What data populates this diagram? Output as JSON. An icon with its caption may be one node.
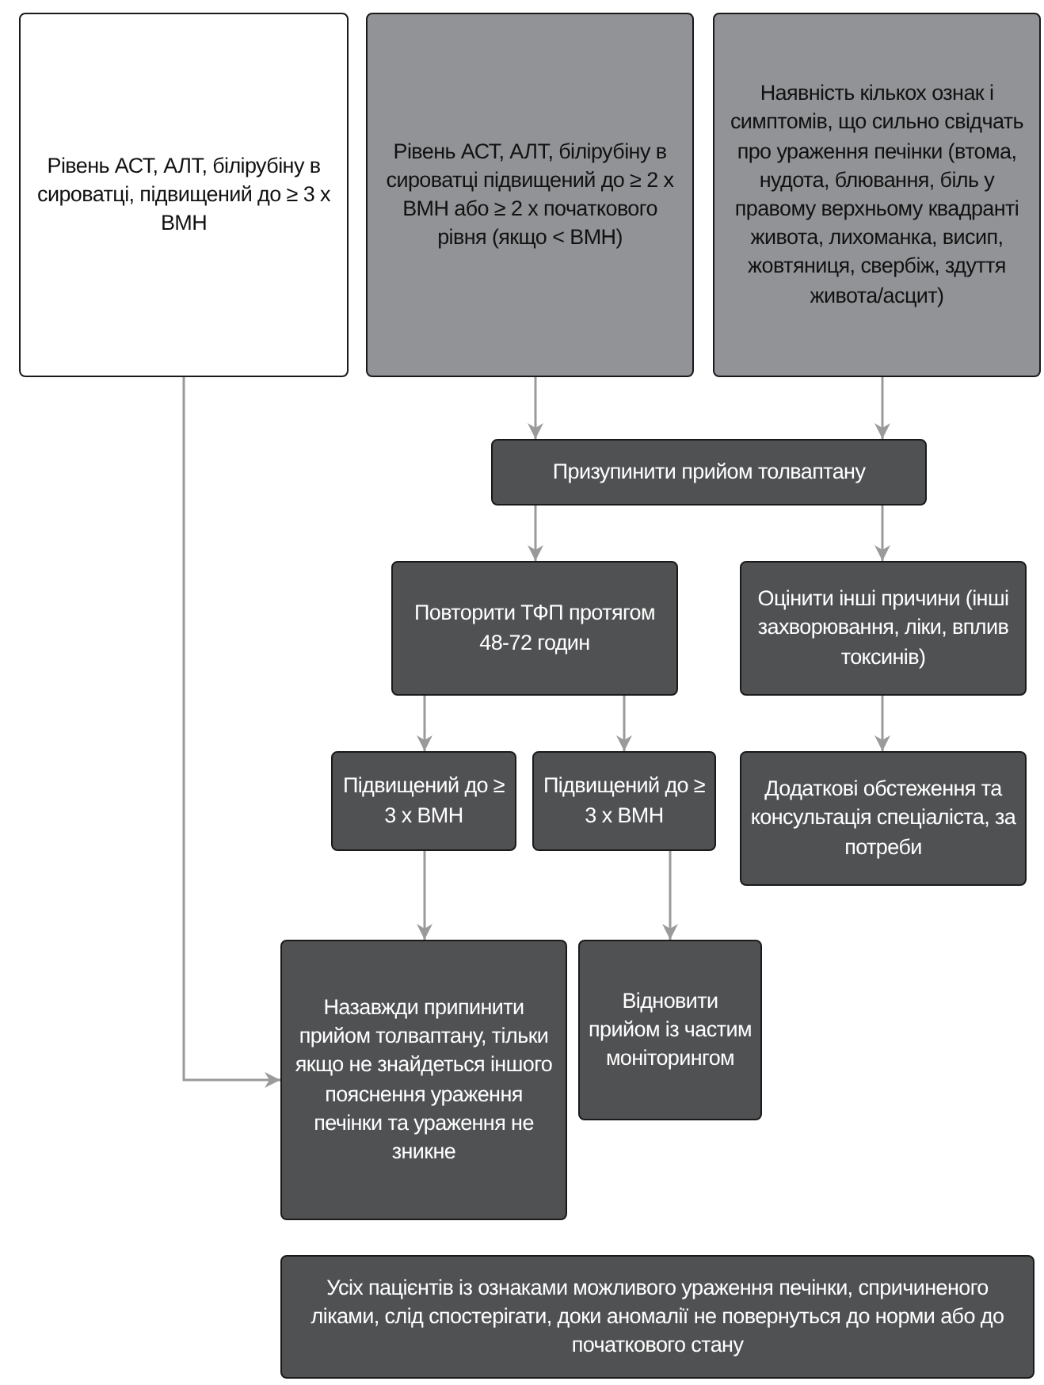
{
  "diagram": {
    "nodes": [
      {
        "text": [
          "Рівень АСТ, АЛТ, білірубіну в сироватці, підвищений до ≥ 3 х ВМН"
        ]
      },
      {
        "text": [
          "Рівень АСТ, АЛТ, білірубіну в сироватці підвищений до ≥ 2 х ВМН або ≥ 2 х початкового рівня (якщо < ВМН)"
        ]
      },
      {
        "text": [
          "Наявність кількох ознак і симптомів, що сильно свідчать про ураження печінки (втома, нудота, блювання, біль у правому верхньому квадранті живота, лихоманка, висип, жовтяниця, свербіж, здуття живота/асцит)"
        ]
      },
      {
        "text": [
          "Призупинити прийом толваптану"
        ]
      },
      {
        "text": [
          "Повторити ТФП протягом 48-72 годин"
        ]
      },
      {
        "text": [
          "Оцінити інші причини (інші захворювання, ліки, вплив токсинів)"
        ]
      },
      {
        "text": [
          "Підвищений до ≥ 3 х ВМН"
        ]
      },
      {
        "text": [
          "Підвищений до ≥ 3 х ВМН"
        ]
      },
      {
        "text": [
          "Додаткові обстеження та консультація спеціаліста, за потреби"
        ]
      },
      {
        "text": [
          "Назавжди припинити прийом толваптану, тільки якщо не знайдеться іншого пояснення ураження печінки та ураження не зникне"
        ]
      },
      {
        "text": [
          "Відновити прийом із частим моніторингом"
        ]
      },
      {
        "text": [
          "Усіх пацієнтів із ознаками можливого ураження печінки, спричиненого ліками, слід спостерігати, доки аномалії не повернуться до норми або до початкового стану"
        ]
      }
    ],
    "edges": [
      {
        "from": 1,
        "to": 3,
        "arrow": "to"
      },
      {
        "from": 2,
        "to": 3,
        "arrow": "to"
      },
      {
        "from": 3,
        "to": 4,
        "arrow": "to"
      },
      {
        "from": 3,
        "to": 5,
        "arrow": "to"
      },
      {
        "from": 4,
        "to": 6,
        "arrow": "to"
      },
      {
        "from": 4,
        "to": 7,
        "arrow": "to"
      },
      {
        "from": 5,
        "to": 8,
        "arrow": "to"
      },
      {
        "from": 6,
        "to": 9,
        "arrow": "to"
      },
      {
        "from": 7,
        "to": 10,
        "arrow": "to"
      },
      {
        "from": 0,
        "to": 9,
        "arrow": "to"
      }
    ]
  }
}
